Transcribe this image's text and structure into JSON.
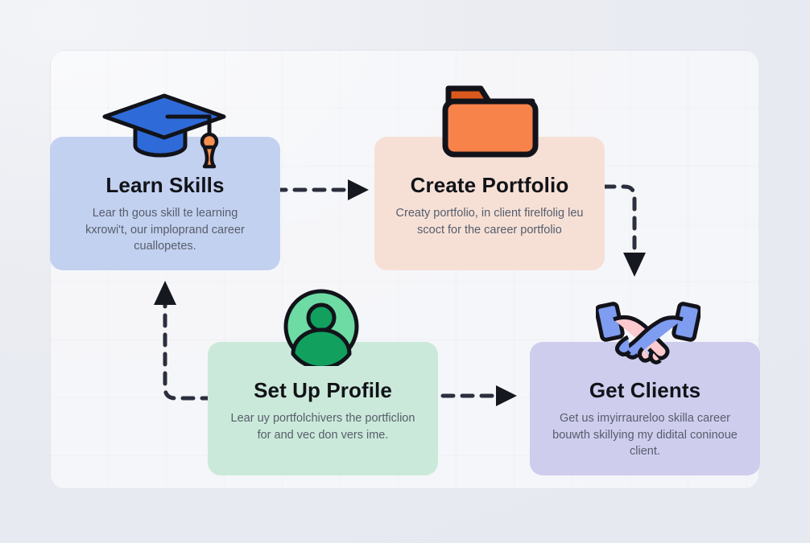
{
  "diagram": {
    "type": "flowchart-cycle",
    "background_color": "#eceef3",
    "panel_color": "#f7f8fb",
    "nodes": [
      {
        "id": "learn-skills",
        "title": "Learn Skills",
        "desc": "Lear th gous skill te learning kxrowi't, our imploprand career cuallopetes.",
        "color": "#c3d1f0",
        "icon": "graduation-cap-icon"
      },
      {
        "id": "create-portfolio",
        "title": "Create Portfolio",
        "desc": "Creaty portfolio, in client firelfolig leu scoct for the career portfolio",
        "color": "#f6e0d6",
        "icon": "folder-icon"
      },
      {
        "id": "set-up-profile",
        "title": "Set Up Profile",
        "desc": "Lear uy portfolchivers the portficlion for and vec don vers ime.",
        "color": "#cbe9da",
        "icon": "user-avatar-icon"
      },
      {
        "id": "get-clients",
        "title": "Get Clients",
        "desc": "Get us imyirraureloo skilla career bouwth skillying my didital coninoue client.",
        "color": "#cfcdee",
        "icon": "handshake-icon"
      }
    ],
    "connectors": [
      {
        "id": "learn-to-portfolio",
        "from": "learn-skills",
        "to": "create-portfolio",
        "style": "dashed",
        "direction": "right"
      },
      {
        "id": "portfolio-to-clients",
        "from": "create-portfolio",
        "to": "get-clients",
        "style": "dashed",
        "direction": "right-down"
      },
      {
        "id": "profile-to-clients",
        "from": "set-up-profile",
        "to": "get-clients",
        "style": "dashed",
        "direction": "right"
      },
      {
        "id": "profile-to-learn",
        "from": "set-up-profile",
        "to": "learn-skills",
        "style": "dashed",
        "direction": "left-up"
      }
    ],
    "icon_colors": {
      "cap_blue": "#2f6bd8",
      "cap_tassel_orange": "#f5904f",
      "folder_orange": "#f7824a",
      "folder_tab_orange": "#da5a1e",
      "avatar_green": "#6ddba3",
      "avatar_figure_green": "#11a05e",
      "handshake_blue": "#7e9cf0",
      "handshake_pink": "#fbc9ce",
      "outline": "#12131a"
    }
  }
}
